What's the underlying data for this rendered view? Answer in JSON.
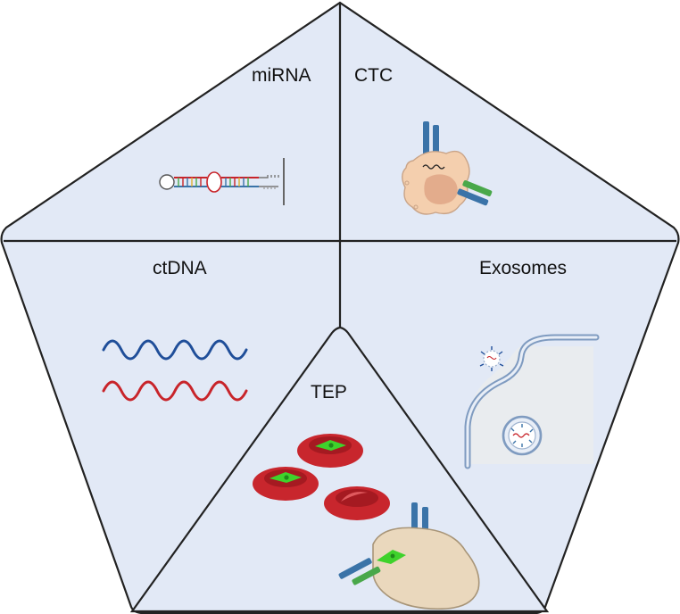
{
  "labels": {
    "mirna": "miRNA",
    "ctc": "CTC",
    "ctdna": "ctDNA",
    "exosomes": "Exosomes",
    "tep": "TEP"
  },
  "colors": {
    "panel_fill": "#e2e9f6",
    "outline": "#222222",
    "dna_blue": "#1f4e99",
    "dna_red": "#c8242a",
    "receptor_blue": "#3a73a8",
    "receptor_green": "#49a84a",
    "cell_fill": "#f4cfae",
    "nucleus": "#e3ac8c",
    "rbc_red": "#c8262d",
    "platelet_fill": "#ead8bd",
    "highlight_green": "#3fd22c",
    "exosome_outline": "#7f9bc0"
  }
}
